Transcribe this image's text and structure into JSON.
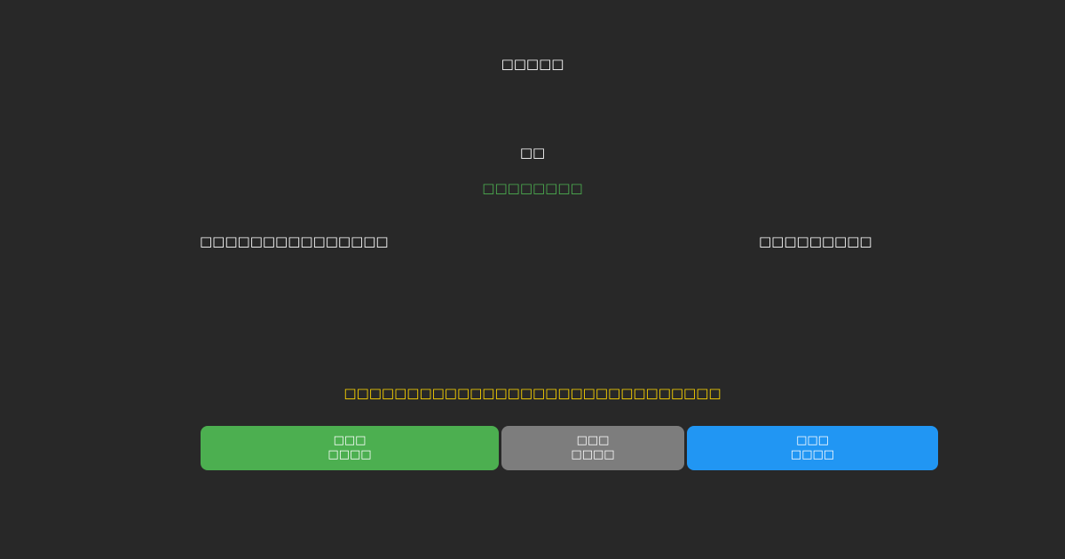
{
  "page": {
    "title": "□□□□□",
    "subtitle": "□□",
    "highlight": "□□□□□□□□",
    "left_label": "□□□□□□□□□□□□□□□",
    "right_label": "□□□□□□□□□",
    "notice": "□□□□□□□□□□□□□□□□□□□□□□□□□□□□□□",
    "buttons": [
      {
        "id": "green",
        "line1": "□□□",
        "line2": "□□□□",
        "color": "#4caf50"
      },
      {
        "id": "gray",
        "line1": "□□□",
        "line2": "□□□□",
        "color": "#7d7d7d"
      },
      {
        "id": "blue",
        "line1": "□□□",
        "line2": "□□□□",
        "color": "#2196f3"
      }
    ],
    "colors": {
      "background": "#282828",
      "text": "#ffffff",
      "highlight_green": "#4caf50",
      "notice_yellow": "#ffd700",
      "button_green": "#4caf50",
      "button_gray": "#7d7d7d",
      "button_blue": "#2196f3"
    }
  }
}
